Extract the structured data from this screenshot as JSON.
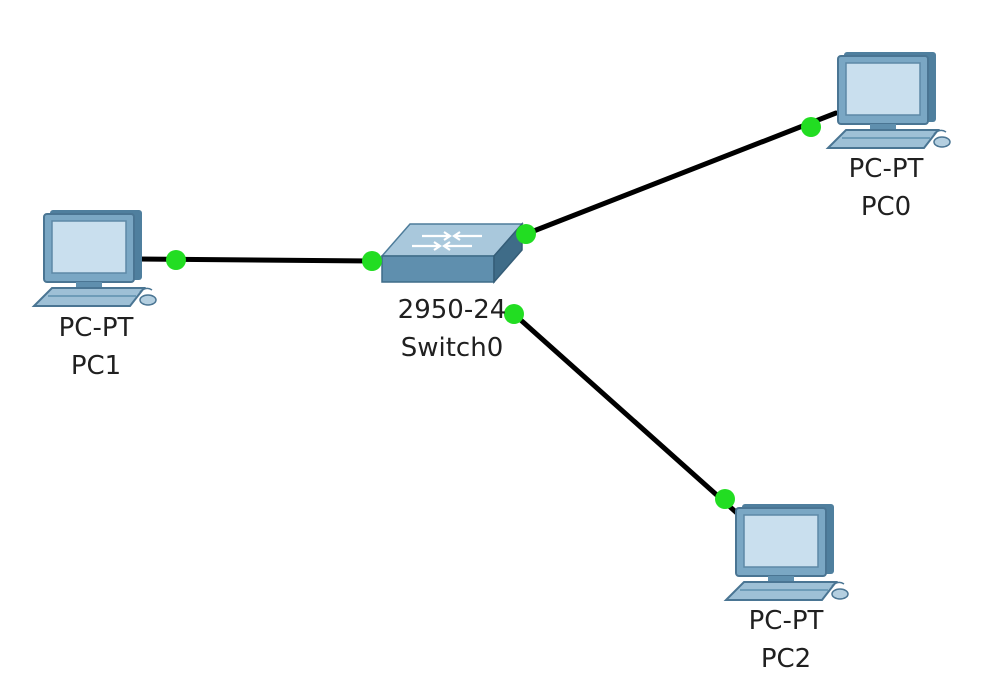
{
  "colors": {
    "link": "#000000",
    "port_up": "#22dd22",
    "pc_screen": "#c6dcec",
    "pc_body": "#6a9ab8",
    "switch_top": "#a9c8dc",
    "switch_front": "#5f8fae"
  },
  "devices": [
    {
      "id": "pc0",
      "icon": "pc-icon",
      "model": "PC-PT",
      "name": "PC0"
    },
    {
      "id": "pc1",
      "icon": "pc-icon",
      "model": "PC-PT",
      "name": "PC1"
    },
    {
      "id": "pc2",
      "icon": "pc-icon",
      "model": "PC-PT",
      "name": "PC2"
    },
    {
      "id": "switch0",
      "icon": "switch-icon",
      "model": "2950-24",
      "name": "Switch0"
    }
  ],
  "links": [
    {
      "from": "pc1",
      "to": "switch0",
      "status": "up"
    },
    {
      "from": "switch0",
      "to": "pc0",
      "status": "up"
    },
    {
      "from": "switch0",
      "to": "pc2",
      "status": "up"
    }
  ]
}
